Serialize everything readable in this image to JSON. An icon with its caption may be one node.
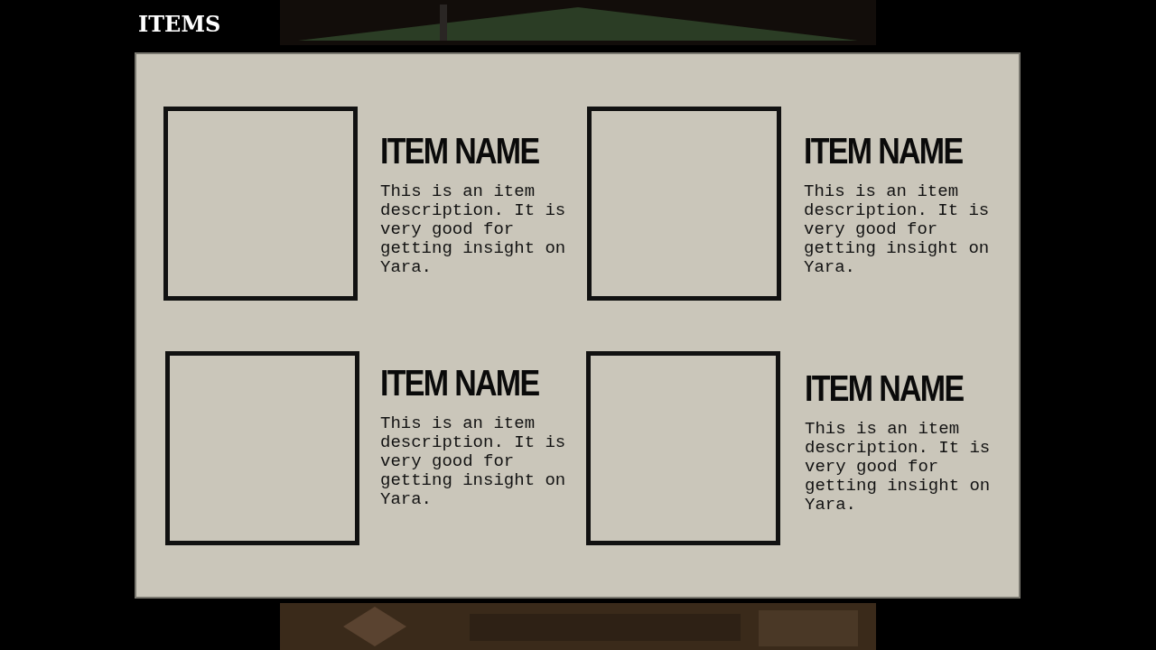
{
  "diagram": {
    "title": "ITEMS",
    "nodes": [
      {
        "text": [],
        "shape": "box"
      },
      {
        "text": [],
        "shape": "box",
        "in": 0,
        "beside": [
          "ITEM NAME",
          "This is an item description. It is very good for getting insight on Yara."
        ]
      },
      {
        "text": [],
        "shape": "box",
        "in": 0,
        "beside": [
          "ITEM NAME",
          "This is an item description. It is very good for getting insight on Yara."
        ]
      },
      {
        "text": [],
        "shape": "box",
        "in": 0,
        "beside": [
          "ITEM NAME",
          "This is an item description. It is very good for getting insight on Yara."
        ]
      },
      {
        "text": [],
        "shape": "box",
        "in": 0,
        "beside": [
          "ITEM NAME",
          "This is an item description. It is very good for getting insight on Yara."
        ]
      }
    ]
  }
}
